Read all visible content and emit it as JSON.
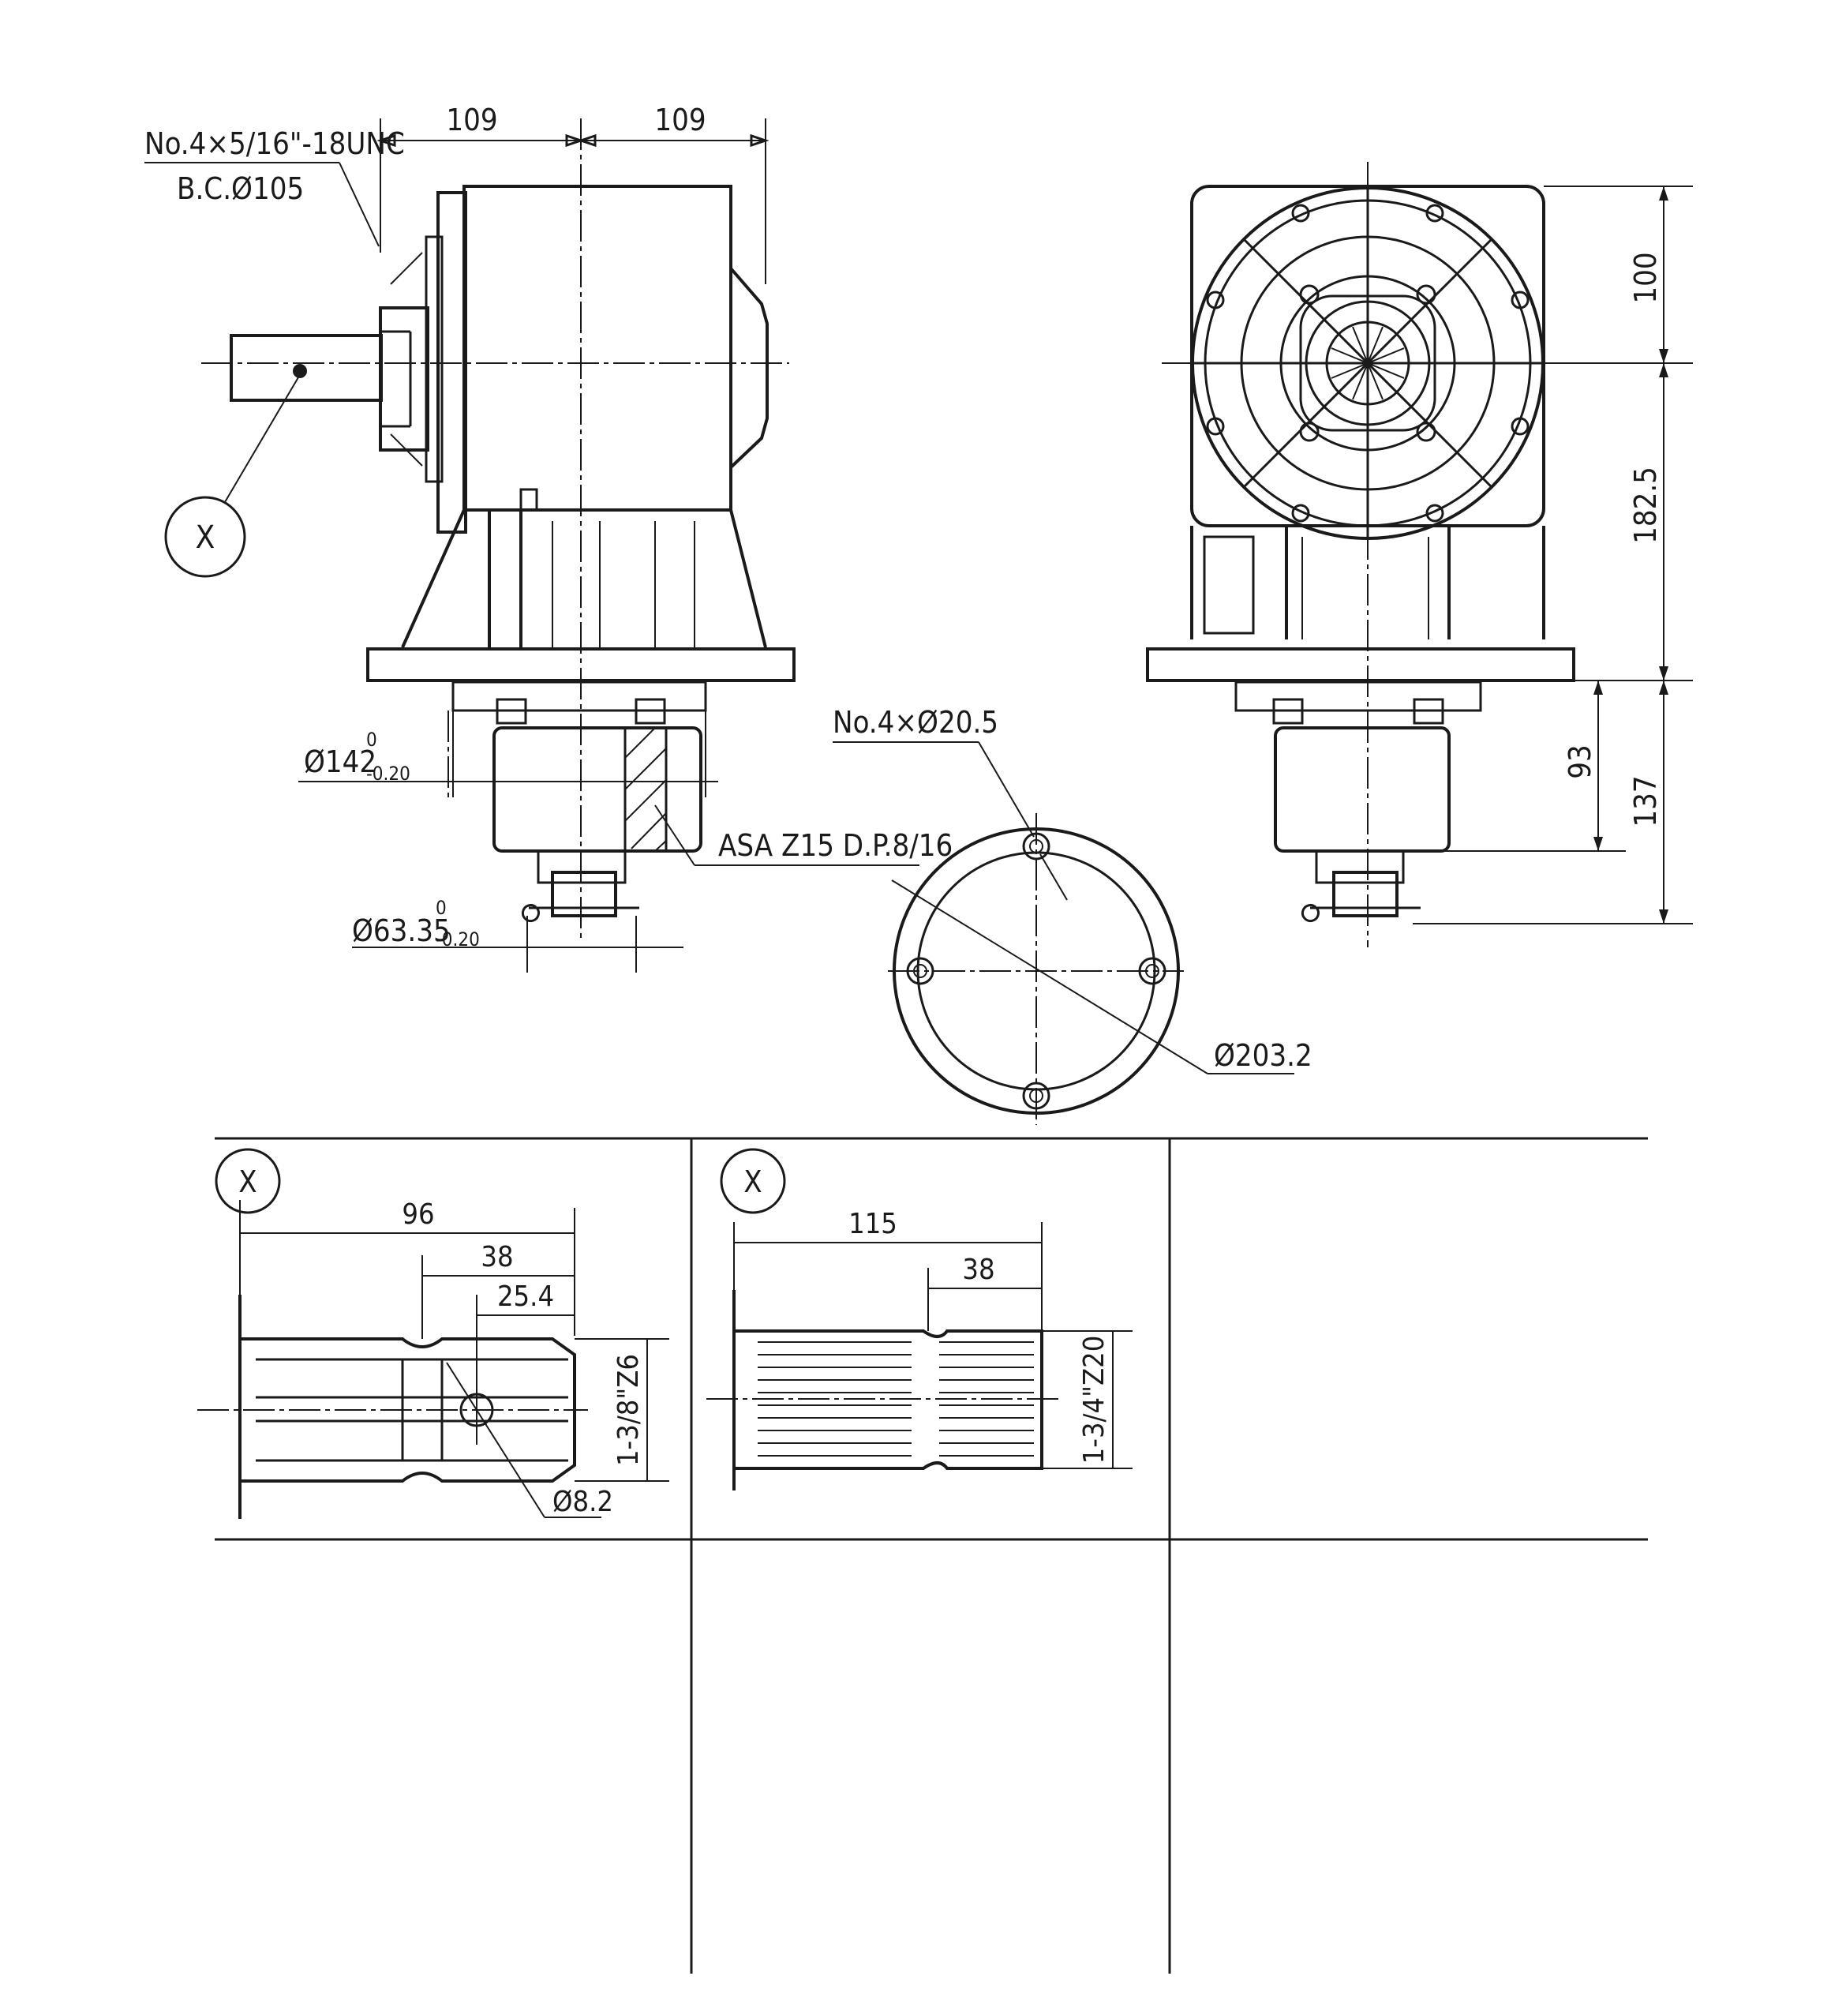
{
  "dims": {
    "unc_line1": "No.4×5/16\"-18UNC",
    "unc_line2": "B.C.Ø105",
    "left_half_width": "109",
    "right_half_width": "109",
    "x_callout_main": "X",
    "spigot_dia_main": "Ø142",
    "spigot_tol_upper": "0",
    "spigot_tol_lower": "-0.20",
    "pilot_dia_main": "Ø63.35",
    "pilot_tol_upper": "0",
    "pilot_tol_lower": "-0.20",
    "gear_spec": "ASA Z15 D.P.8/16",
    "holes_spec": "No.4×Ø20.5",
    "flange_dia": "Ø203.2",
    "height_top": "100",
    "height_mid": "182.5",
    "height_93": "93",
    "height_137": "137"
  },
  "detail_x_z6": {
    "callout": "X",
    "overall_length": "96",
    "groove_offset": "38",
    "hole_offset": "25.4",
    "shaft_spec": "1-3/8\"Z6",
    "hole_dia": "Ø8.2"
  },
  "detail_x_z20": {
    "callout": "X",
    "overall_length": "115",
    "groove_offset": "38",
    "shaft_spec": "1-3/4\"Z20"
  }
}
